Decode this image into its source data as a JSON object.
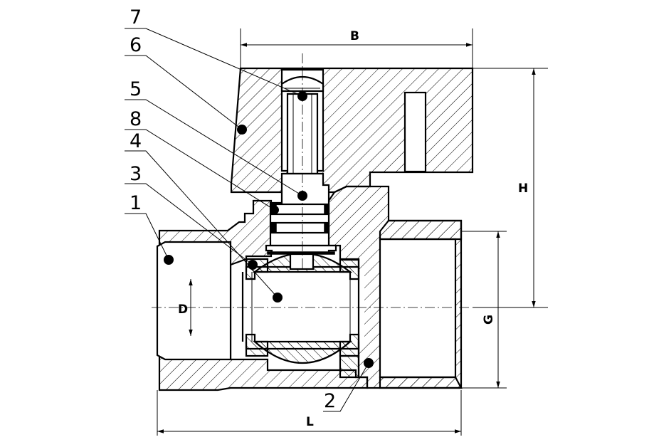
{
  "callouts": {
    "n7": "7",
    "n6": "6",
    "n5": "5",
    "n8": "8",
    "n4": "4",
    "n3": "3",
    "n1": "1",
    "n2": "2"
  },
  "dimensions": {
    "B": "B",
    "H": "H",
    "G": "G",
    "D": "D",
    "L": "L"
  }
}
